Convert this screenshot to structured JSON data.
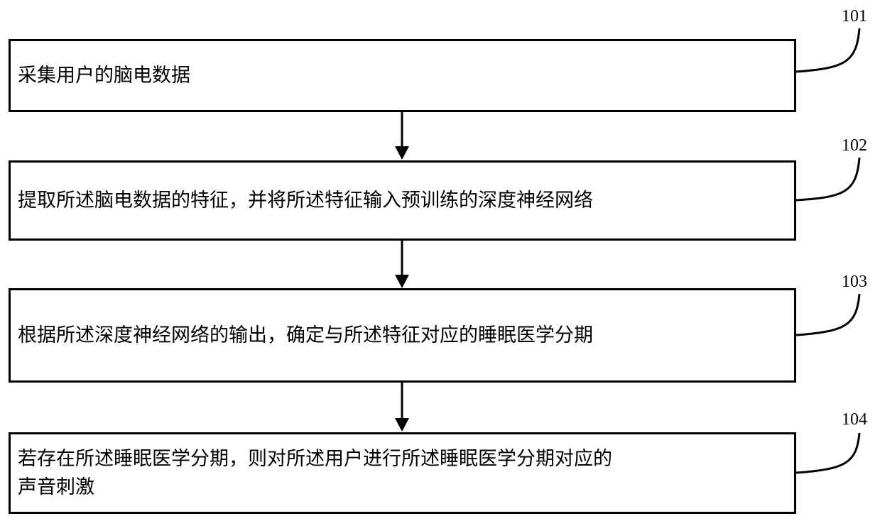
{
  "steps": [
    {
      "ref": "101",
      "text": "采集用户的脑电数据"
    },
    {
      "ref": "102",
      "text": "提取所述脑电数据的特征，并将所述特征输入预训练的深度神经网络"
    },
    {
      "ref": "103",
      "text": "根据所述深度神经网络的输出，确定与所述特征对应的睡眠医学分期"
    },
    {
      "ref": "104",
      "text": "若存在所述睡眠医学分期，则对所述用户进行所述睡眠医学分期对应的\n声音刺激"
    }
  ],
  "colors": {
    "stroke": "#000000",
    "background": "#ffffff"
  }
}
